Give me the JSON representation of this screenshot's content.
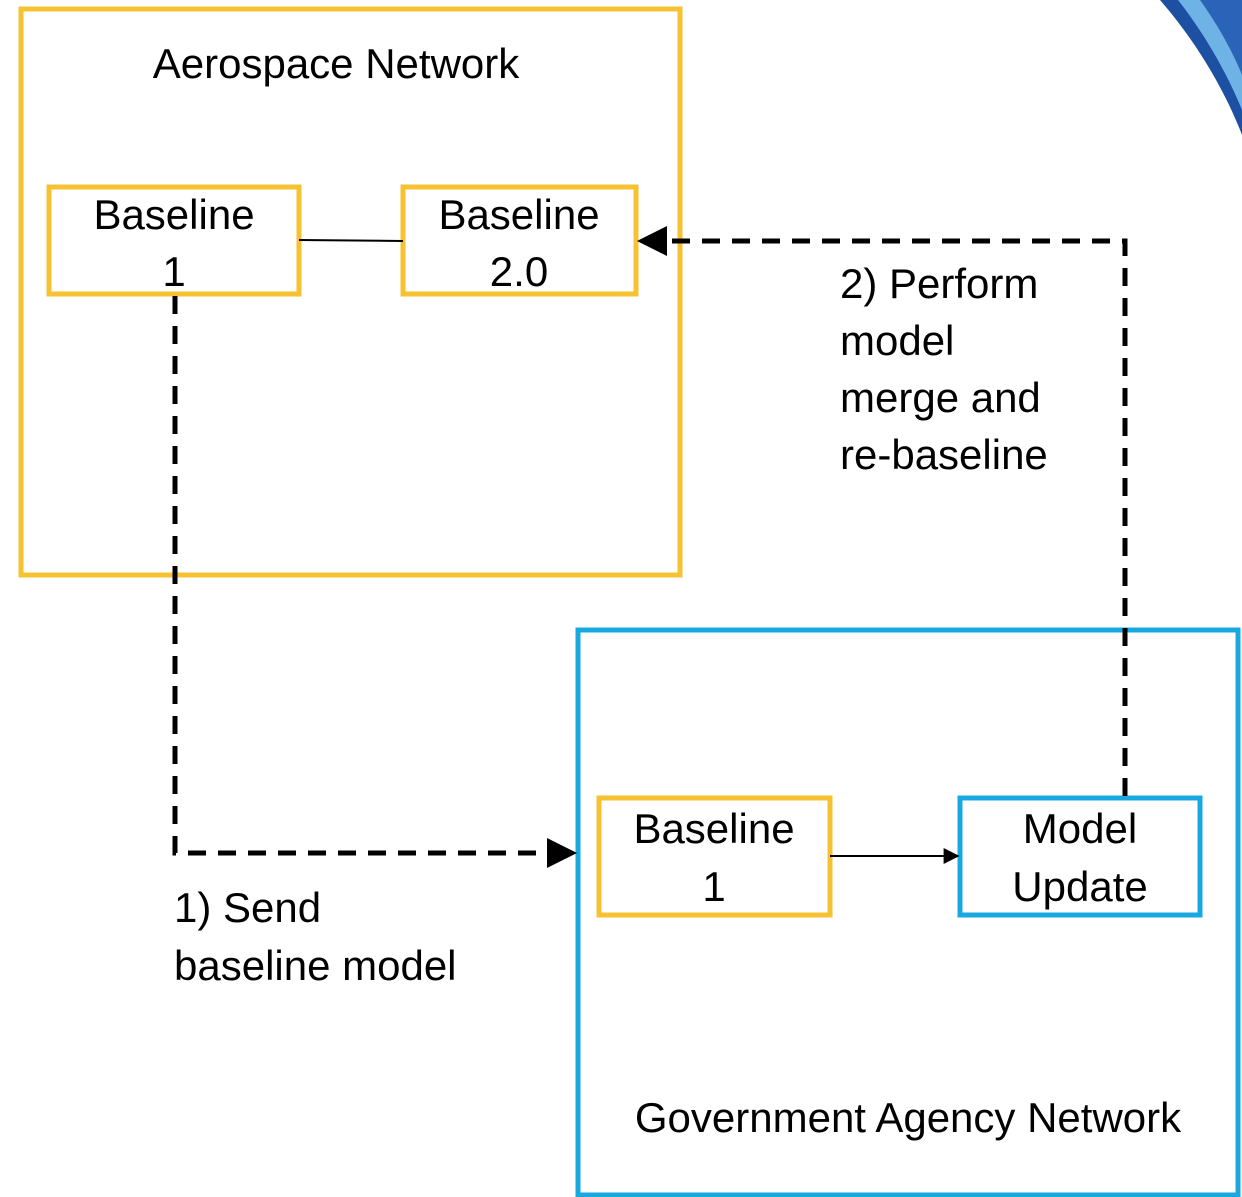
{
  "networks": {
    "aerospace": {
      "label": "Aerospace Network",
      "color": "#f6c232"
    },
    "government": {
      "label": "Government Agency Network",
      "color": "#18a9e1"
    }
  },
  "nodes": {
    "aero_baseline_1": {
      "line1": "Baseline",
      "line2": "1"
    },
    "aero_baseline_2": {
      "line1": "Baseline",
      "line2": "2.0"
    },
    "gov_baseline_1": {
      "line1": "Baseline",
      "line2": "1"
    },
    "gov_model_update": {
      "line1": "Model",
      "line2": "Update"
    }
  },
  "steps": {
    "send": {
      "lines": [
        "1) Send",
        "baseline model"
      ]
    },
    "merge": {
      "lines": [
        "2) Perform",
        "model",
        "merge and",
        "re-baseline"
      ]
    }
  }
}
